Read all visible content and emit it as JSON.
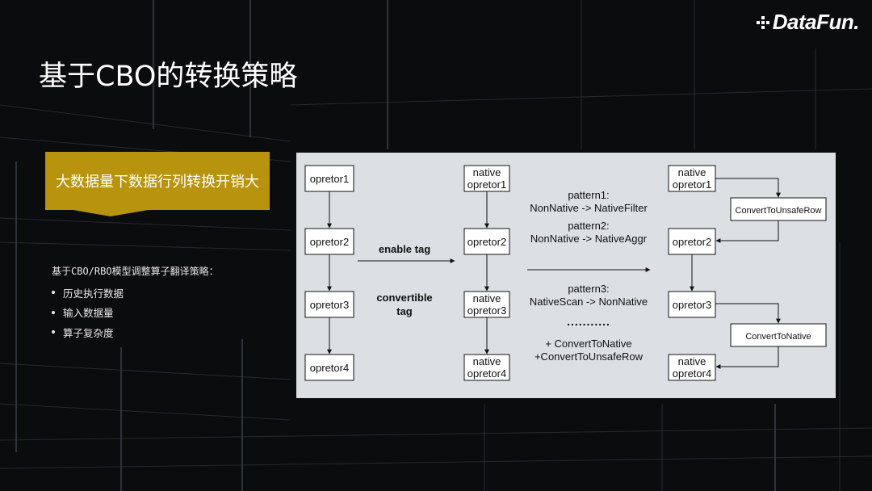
{
  "brand": {
    "logo_text": "DataFun."
  },
  "slide": {
    "title": "基于CBO的转换策略",
    "callout": "大数据量下数据行列转换开销大",
    "strategy_title": "基于CBO/RBO模型调整算子翻译策略：",
    "bullets": [
      "历史执行数据",
      "输入数据量",
      "算子复杂度"
    ]
  },
  "diagram": {
    "col1": [
      "opretor1",
      "opretor2",
      "opretor3",
      "opretor4"
    ],
    "col2": [
      "native\nopretor1",
      "opretor2",
      "native\nopretor3",
      "native\nopretor4"
    ],
    "col3": [
      "native\nopretor1",
      "opretor2",
      "opretor3",
      "native\nopretor4"
    ],
    "convert_boxes": [
      "ConvertToUnsafeRow",
      "ConvertToNative"
    ],
    "enable_tag": "enable tag",
    "convertible_tag": "convertible\ntag",
    "patterns": [
      "pattern1:\nNonNative -> NativeFilter",
      "pattern2:\nNonNative -> NativeAggr",
      "pattern3:\nNativeScan -> NonNative"
    ],
    "ellipsis": "...........",
    "converts": "+ ConvertToNative\n+ConvertToUnsafeRow"
  }
}
